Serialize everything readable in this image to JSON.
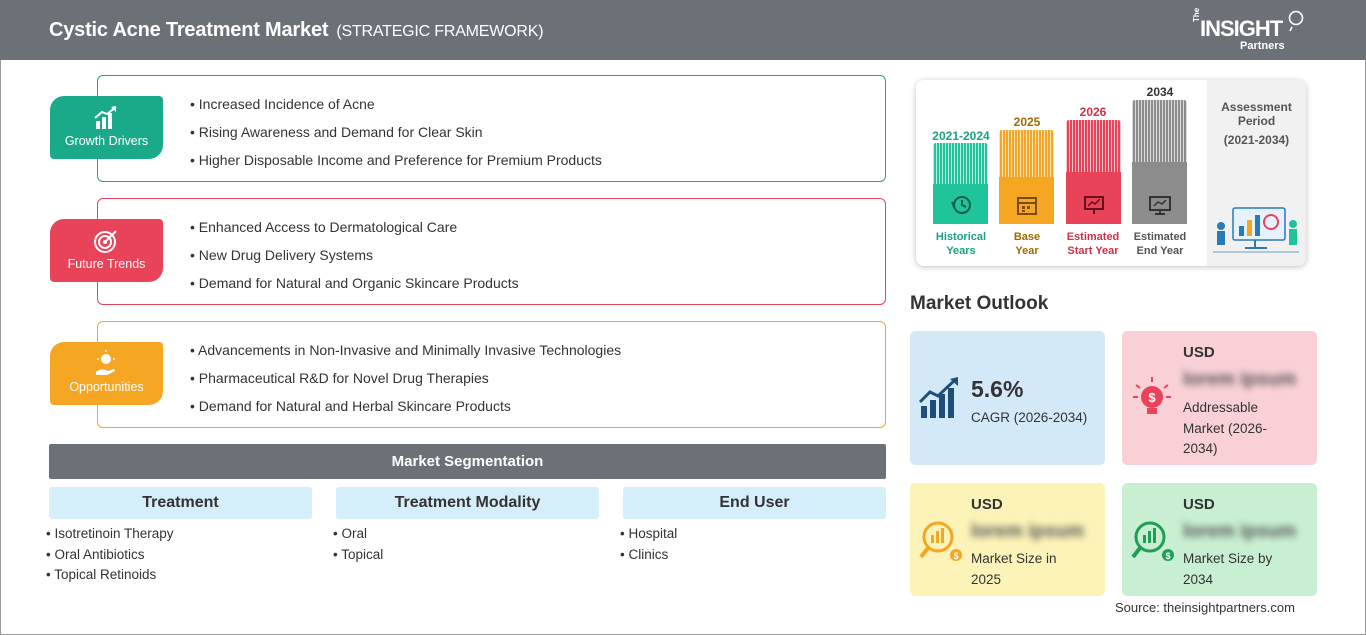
{
  "header": {
    "title": "Cystic Acne Treatment Market",
    "subtitle": "(STRATEGIC FRAMEWORK)"
  },
  "logo": {
    "the": "The",
    "insight": "INSIGHT",
    "partners": "Partners"
  },
  "framework": {
    "growth_drivers": {
      "label": "Growth Drivers",
      "color": "#1aaa8a",
      "items": [
        "Increased Incidence of Acne",
        "Rising Awareness and Demand for Clear Skin",
        "Higher Disposable Income and Preference for Premium Products"
      ]
    },
    "future_trends": {
      "label": "Future Trends",
      "color": "#e9435a",
      "items": [
        "Enhanced Access to Dermatological Care",
        "New Drug Delivery Systems",
        "Demand for Natural and Organic Skincare Products"
      ]
    },
    "opportunities": {
      "label": "Opportunities",
      "color": "#f5a623",
      "items": [
        "Advancements in Non-Invasive and Minimally Invasive Technologies",
        "Pharmaceutical R&D for Novel Drug Therapies",
        "Demand for Natural and Herbal Skincare Products"
      ]
    }
  },
  "segmentation": {
    "title": "Market Segmentation",
    "columns": [
      {
        "head": "Treatment",
        "items": [
          "Isotretinoin Therapy",
          "Oral Antibiotics",
          "Topical Retinoids"
        ]
      },
      {
        "head": "Treatment Modality",
        "items": [
          "Oral",
          "Topical"
        ]
      },
      {
        "head": "End User",
        "items": [
          "Hospital",
          "Clinics"
        ]
      }
    ]
  },
  "timeline": {
    "bars": [
      {
        "year": "2021-2024",
        "caption_1": "Historical",
        "caption_2": "Years",
        "color": "#1fc49a",
        "icon": "history-icon"
      },
      {
        "year": "2025",
        "caption_1": "Base",
        "caption_2": "Year",
        "color": "#f5a623",
        "icon": "calendar-icon"
      },
      {
        "year": "2026",
        "caption_1": "Estimated",
        "caption_2": "Start Year",
        "color": "#e9435a",
        "icon": "presentation-icon"
      },
      {
        "year": "2034",
        "caption_1": "Estimated",
        "caption_2": "End Year",
        "color": "#8c8c8c",
        "icon": "monitor-icon"
      }
    ],
    "assessment_label_1": "Assessment",
    "assessment_label_2": "Period",
    "assessment_period": "(2021-2034)"
  },
  "outlook": {
    "title": "Market Outlook",
    "cagr": {
      "value": "5.6%",
      "label": "CAGR (2026-2034)",
      "color": "#d4e9f7"
    },
    "addressable": {
      "currency": "USD",
      "value": "lorem ipsum",
      "line_1": "Addressable",
      "line_2": "Market (2026-",
      "line_3": "2034)",
      "color": "#f9d0d6"
    },
    "size_2025": {
      "currency": "USD",
      "value": "lorem ipsum",
      "line_1": "Market Size in",
      "line_2": "2025",
      "color": "#fbf3b8"
    },
    "size_2034": {
      "currency": "USD",
      "value": "lorem ipsum",
      "line_1": "Market Size by",
      "line_2": "2034",
      "color": "#c8efd2"
    }
  },
  "source": "Source: theinsightpartners.com"
}
